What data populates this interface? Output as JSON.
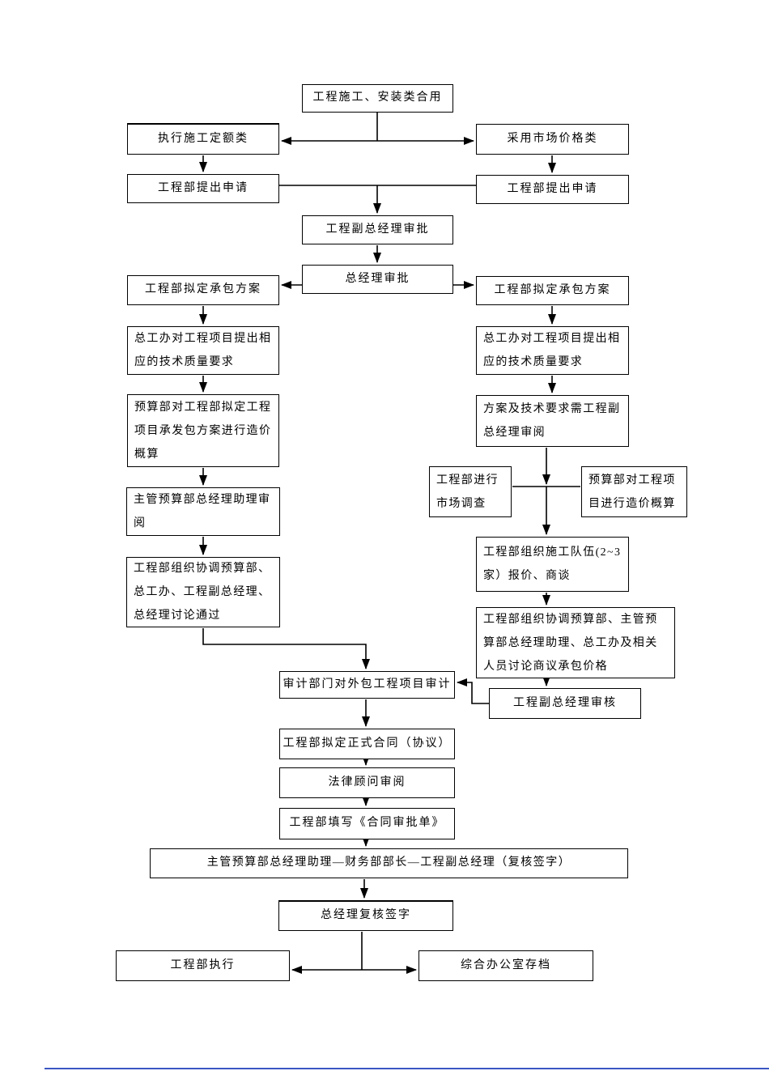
{
  "flowchart": {
    "nodes": {
      "common_use": "工程施工、安装类合用",
      "quota_type": "执行施工定额类",
      "market_price_type": "采用市场价格类",
      "apply_left": "工程部提出申请",
      "apply_right": "工程部提出申请",
      "vp_approve": "工程副总经理审批",
      "gm_approve": "总经理审批",
      "plan_left": "工程部拟定承包方案",
      "plan_right": "工程部拟定承包方案",
      "tech_left": "总工办对工程项目提出相应的技术质量要求",
      "tech_right": "总工办对工程项目提出相应的技术质量要求",
      "budget_estimate_left": "预算部对工程部拟定工程项目承发包方案进行造价概算",
      "vp_review_right": "方案及技术要求需工程副总经理审阅",
      "market_survey": "工程部进行市场调查",
      "budget_estimate_right": "预算部对工程项目进行造价概算",
      "assistant_review": "主管预算部总经理助理审阅",
      "bidding": "工程部组织施工队伍(2~3家）报价、商谈",
      "discuss_left": "工程部组织协调预算部、总工办、工程副总经理、总经理讨论通过",
      "discuss_right": "工程部组织协调预算部、主管预算部总经理助理、总工办及相关人员讨论商议承包价格",
      "audit": "审计部门对外包工程项目审计",
      "vp_check": "工程副总经理审核",
      "draft_contract": "工程部拟定正式合同（协议）",
      "legal_review": "法律顾问审阅",
      "approval_form": "工程部填写《合同审批单》",
      "countersign": "主管预算部总经理助理—财务部部长—工程副总经理（复核签字）",
      "gm_countersign": "总经理复核签字",
      "execute": "工程部执行",
      "archive": "综合办公室存档"
    },
    "colors": {
      "line": "#000000",
      "box_border": "#000000",
      "background": "#ffffff",
      "bottom_rule": "#3b57c4"
    }
  }
}
